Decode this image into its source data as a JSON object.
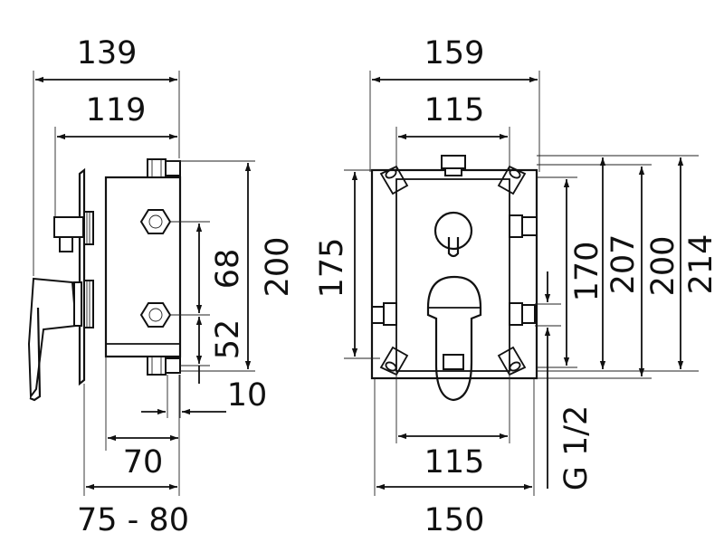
{
  "drawing": {
    "side_view": {
      "dims": {
        "overall_depth": "139",
        "body_depth": "119",
        "height": "200",
        "port_spacing": "68",
        "port_offset": "52",
        "wall_offset": "10",
        "box_depth": "70",
        "install_range": "75 - 80"
      }
    },
    "front_view": {
      "dims": {
        "overall_width": "159",
        "mount_spacing_top": "115",
        "body_height": "175",
        "inner_height": "170",
        "height_207": "207",
        "height_200": "200",
        "height_214": "214",
        "thread": "G 1/2",
        "mount_spacing_bottom": "115",
        "plate_width": "150"
      }
    }
  }
}
